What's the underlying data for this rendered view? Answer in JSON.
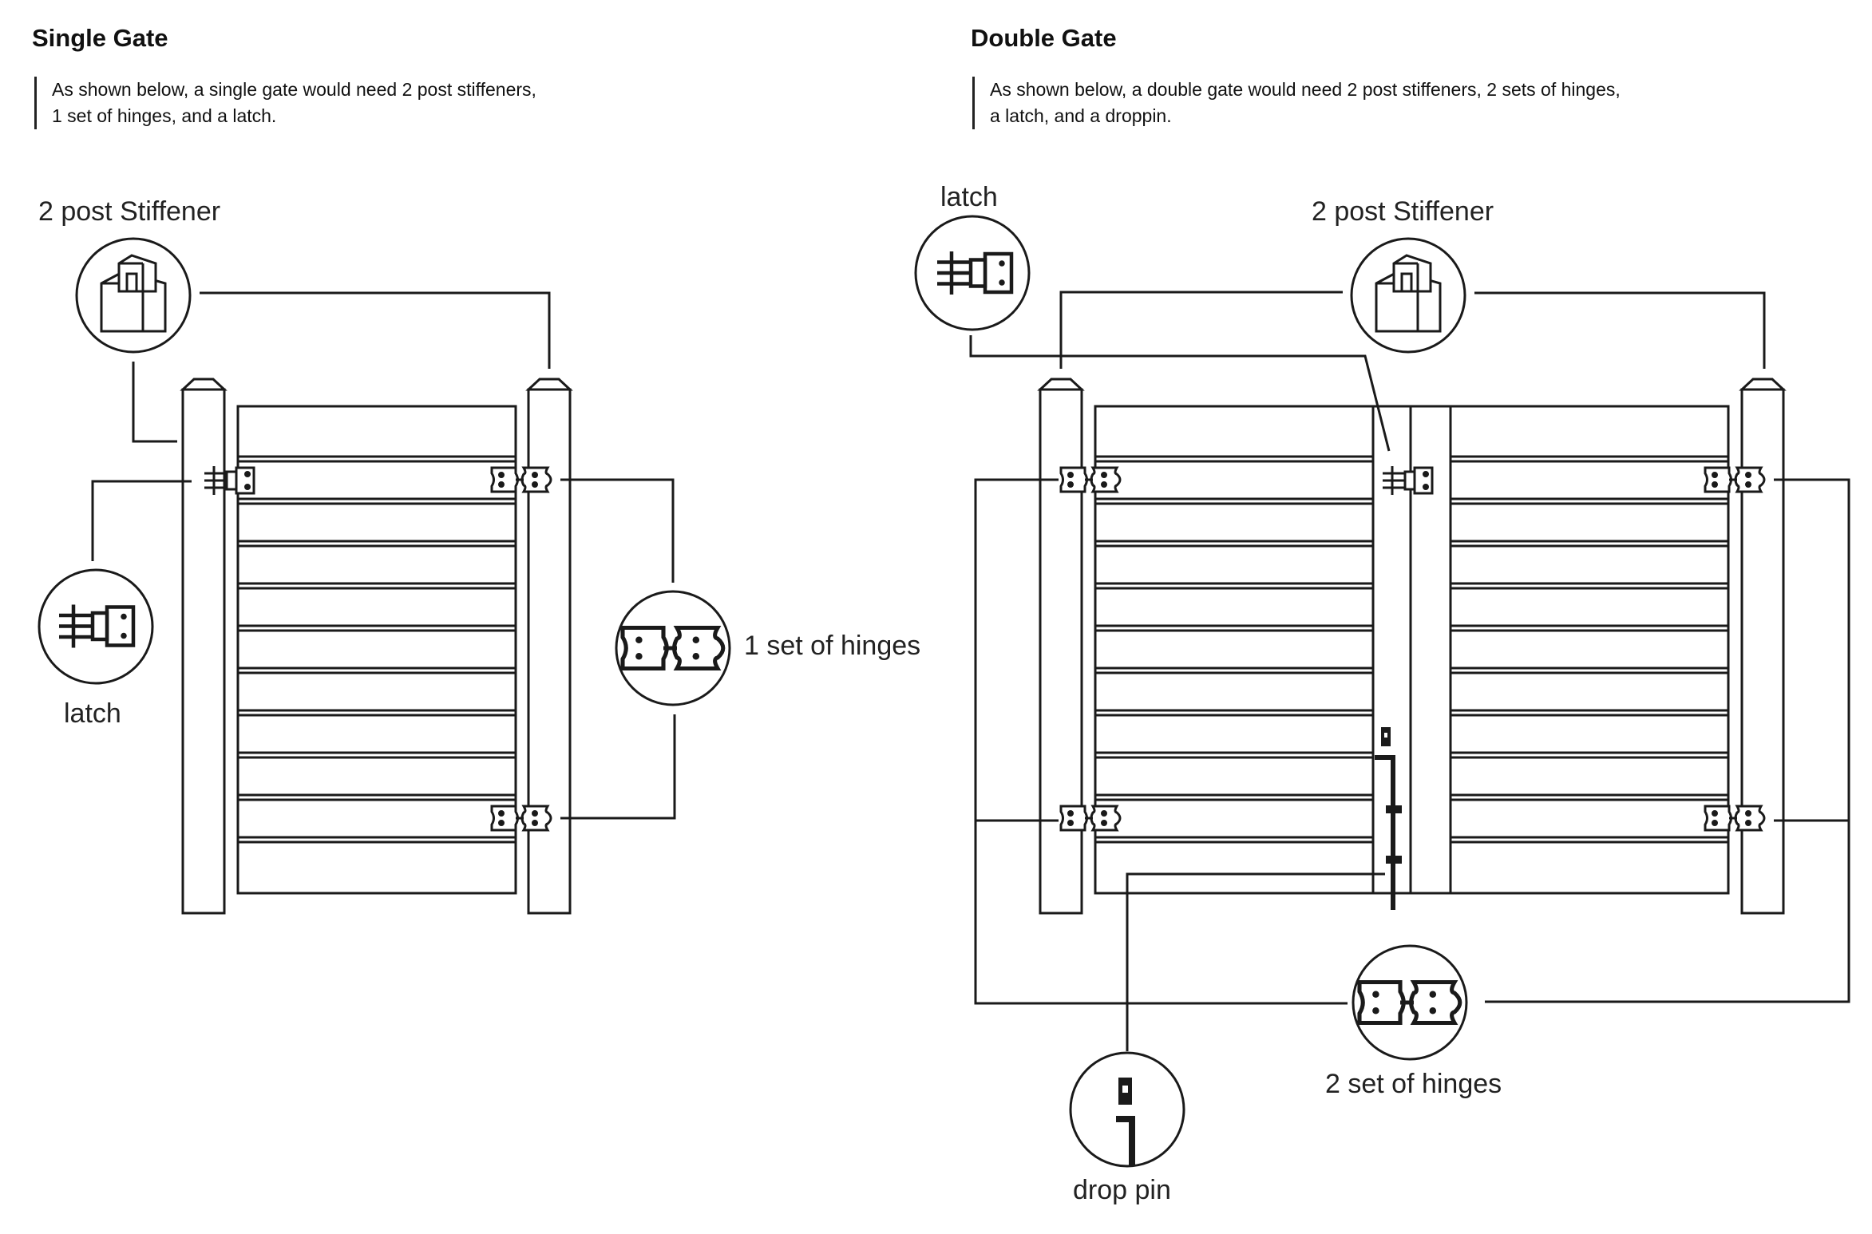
{
  "single_gate": {
    "title": "Single Gate",
    "description_lines": [
      "As shown below, a single gate would need 2 post stiffeners,",
      "1 set of hinges, and a latch."
    ],
    "callouts": {
      "stiffener": "2 post Stiffener",
      "latch": "latch",
      "hinges": "1 set of hinges"
    }
  },
  "double_gate": {
    "title": "Double Gate",
    "description_lines": [
      "As shown below, a double gate would need 2 post stiffeners, 2 sets of hinges,",
      "a latch, and a droppin."
    ],
    "callouts": {
      "latch": "latch",
      "stiffener": "2 post Stiffener",
      "hinges": "2 set of hinges",
      "drop_pin": "drop pin"
    }
  },
  "colors": {
    "line": "#1a1a1a",
    "background": "#ffffff"
  }
}
